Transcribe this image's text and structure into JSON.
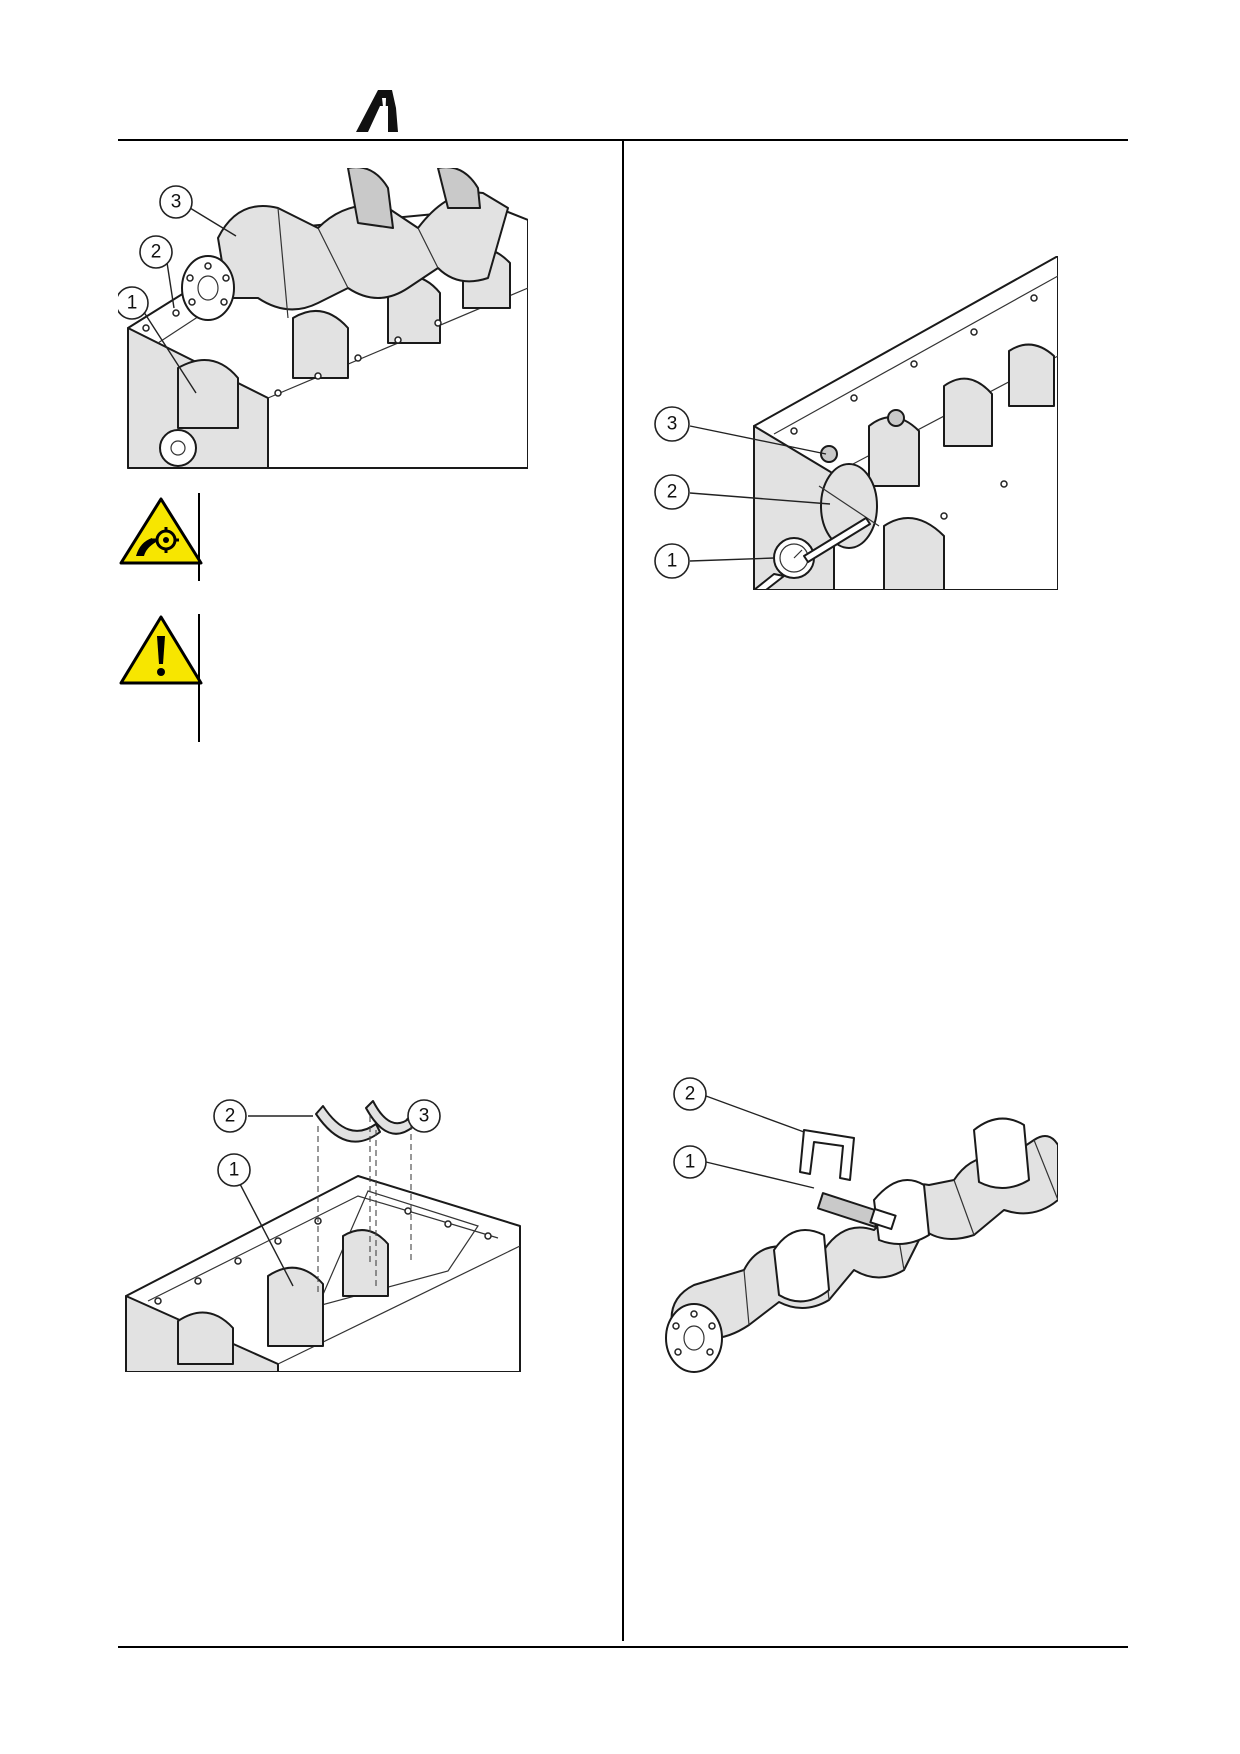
{
  "header": {
    "logo": "brand-logo"
  },
  "figures": {
    "crankshaft_install": {
      "callouts": [
        "1",
        "2",
        "3"
      ]
    },
    "thrust_washers": {
      "callouts": [
        "1",
        "2",
        "3"
      ]
    },
    "dial_gauge": {
      "callouts": [
        "1",
        "2",
        "3"
      ]
    },
    "micrometer": {
      "callouts": [
        "1",
        "2"
      ]
    }
  },
  "warnings": [
    {
      "icon": "entanglement-hazard-icon",
      "color": "#f7e600"
    },
    {
      "icon": "exclamation-warning-icon",
      "color": "#f7e600"
    }
  ]
}
